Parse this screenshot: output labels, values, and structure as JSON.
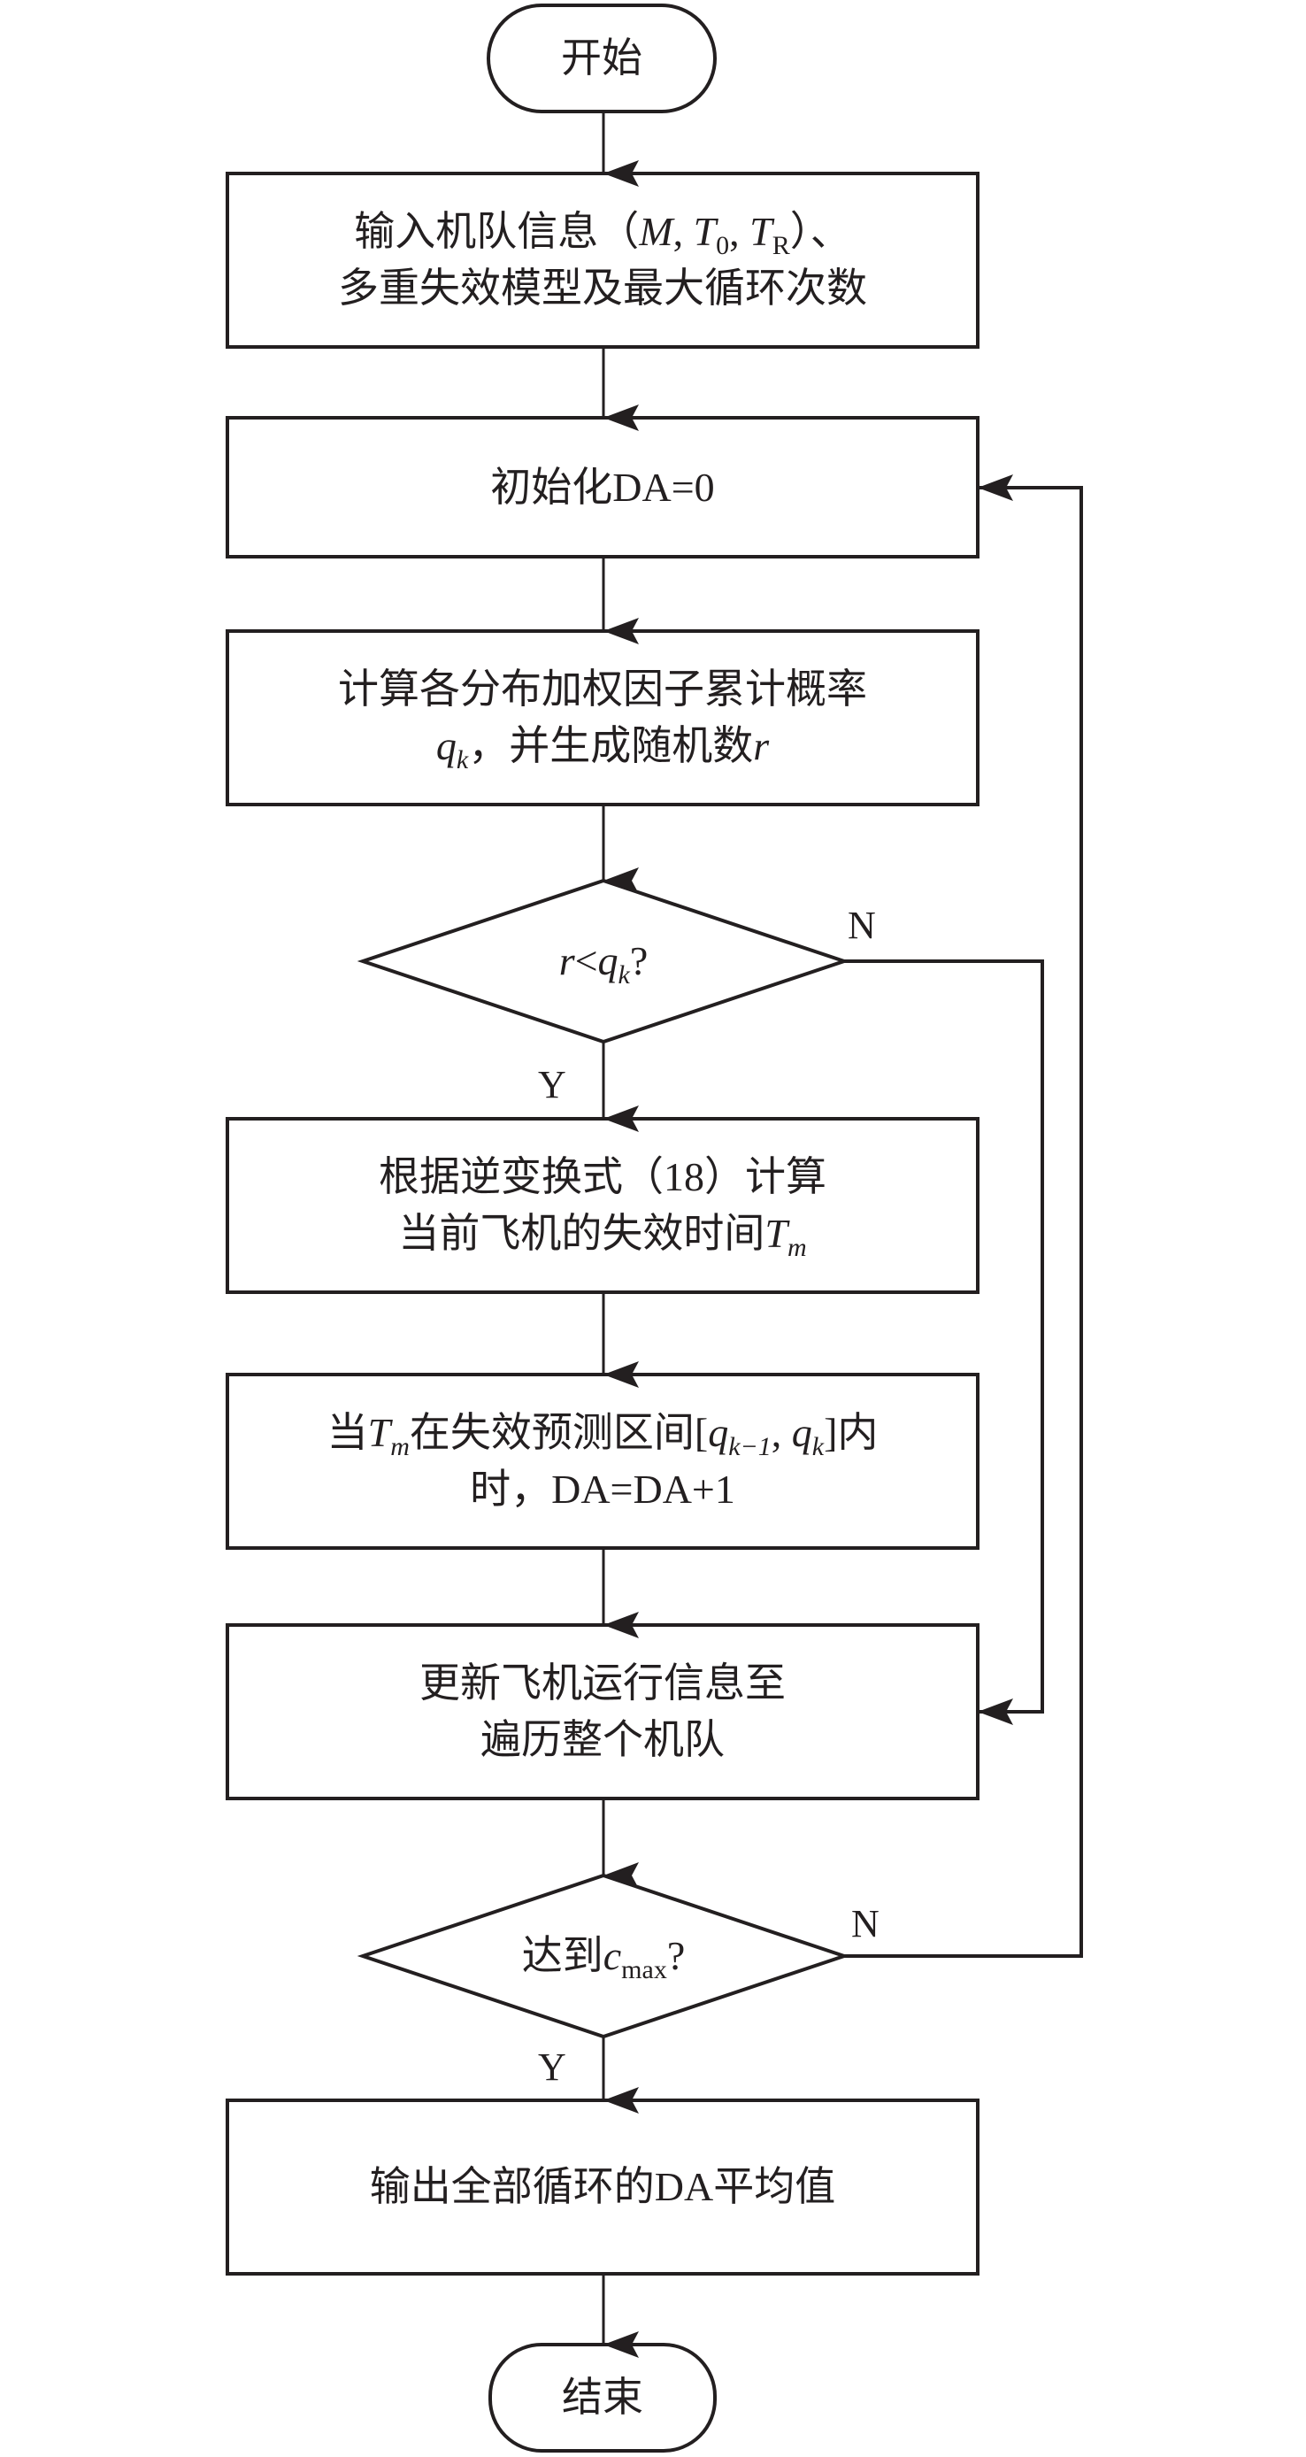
{
  "diagram": {
    "type": "flowchart",
    "colors": {
      "stroke": "#231f20",
      "background": "#ffffff"
    },
    "nodes": {
      "start": {
        "shape": "terminator",
        "text": "开始"
      },
      "input": {
        "shape": "process",
        "line1_a": "输入机队信息（",
        "line1_M": "M",
        "line1_sep1": ", ",
        "line1_T": "T",
        "line1_T_sub": "0",
        "line1_sep2": ", ",
        "line1_T2": "T",
        "line1_T2_sub": "R",
        "line1_b": "）、",
        "line2": "多重失效模型及最大循环次数"
      },
      "init": {
        "shape": "process",
        "text": "初始化DA=0"
      },
      "compute_prob": {
        "shape": "process",
        "line1": "计算各分布加权因子累计概率",
        "line2_q": "q",
        "line2_q_sub": "k",
        "line2_mid": "，并生成随机数",
        "line2_r": "r"
      },
      "decision_r": {
        "shape": "decision",
        "r": "r",
        "lt": "<",
        "q": "q",
        "q_sub": "k",
        "qmark": "?"
      },
      "compute_time": {
        "shape": "process",
        "line1": "根据逆变换式（18）计算",
        "line2_a": "当前飞机的失效时间",
        "line2_T": "T",
        "line2_T_sub": "m"
      },
      "update_da": {
        "shape": "process",
        "line1_a": "当",
        "line1_T": "T",
        "line1_T_sub": "m",
        "line1_b": "在失效预测区间[",
        "line1_q1": "q",
        "line1_q1_sub": "k−1",
        "line1_sep": ", ",
        "line1_q2": "q",
        "line1_q2_sub": "k",
        "line1_c": "]内",
        "line2": "时，DA=DA+1"
      },
      "update_info": {
        "shape": "process",
        "line1": "更新飞机运行信息至",
        "line2": "遍历整个机队"
      },
      "decision_cmax": {
        "shape": "decision",
        "prefix": "达到",
        "c": "c",
        "c_sub": "max",
        "qmark": "?"
      },
      "output": {
        "shape": "process",
        "text": "输出全部循环的DA平均值"
      },
      "end": {
        "shape": "terminator",
        "text": "结束"
      }
    },
    "branch_labels": {
      "decision_r_yes": "Y",
      "decision_r_no": "N",
      "decision_cmax_yes": "Y",
      "decision_cmax_no": "N"
    },
    "edges": [
      {
        "from": "start",
        "to": "input"
      },
      {
        "from": "input",
        "to": "init"
      },
      {
        "from": "init",
        "to": "compute_prob"
      },
      {
        "from": "compute_prob",
        "to": "decision_r"
      },
      {
        "from": "decision_r",
        "to": "compute_time",
        "label": "Y"
      },
      {
        "from": "decision_r",
        "to": "update_info",
        "label": "N"
      },
      {
        "from": "compute_time",
        "to": "update_da"
      },
      {
        "from": "update_da",
        "to": "update_info"
      },
      {
        "from": "update_info",
        "to": "decision_cmax"
      },
      {
        "from": "decision_cmax",
        "to": "output",
        "label": "Y"
      },
      {
        "from": "decision_cmax",
        "to": "init",
        "label": "N"
      },
      {
        "from": "output",
        "to": "end"
      }
    ]
  }
}
